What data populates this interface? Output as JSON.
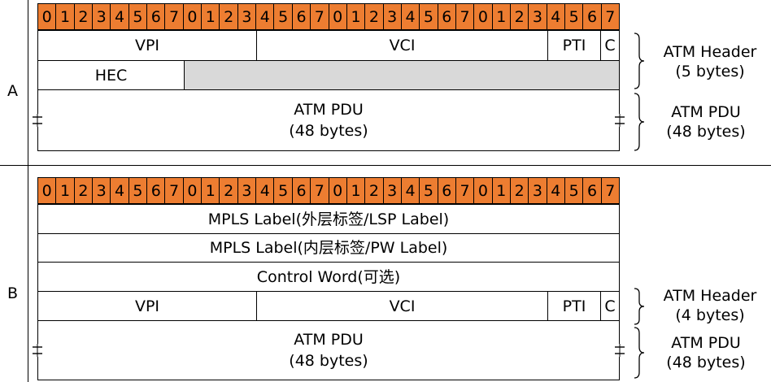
{
  "bits": [
    "0",
    "1",
    "2",
    "3",
    "4",
    "5",
    "6",
    "7",
    "0",
    "1",
    "2",
    "3",
    "4",
    "5",
    "6",
    "7",
    "0",
    "1",
    "2",
    "3",
    "4",
    "5",
    "6",
    "7",
    "0",
    "1",
    "2",
    "3",
    "4",
    "5",
    "6",
    "7"
  ],
  "section_a": {
    "letter": "A",
    "vpi": "VPI",
    "vci": "VCI",
    "pti": "PTI",
    "c": "C",
    "hec": "HEC",
    "pdu": "ATM PDU\n(48 bytes)",
    "header_label": "ATM Header\n(5 bytes)",
    "pdu_label": "ATM PDU\n(48 bytes)"
  },
  "section_b": {
    "letter": "B",
    "outer_label": "MPLS Label(外层标签/LSP Label)",
    "inner_label": "MPLS Label(内层标签/PW Label)",
    "control_word": "Control Word(可选)",
    "vpi": "VPI",
    "vci": "VCI",
    "pti": "PTI",
    "c": "C",
    "pdu": "ATM PDU\n(48 bytes)",
    "header_label": "ATM Header\n(4 bytes)",
    "pdu_label": "ATM PDU\n(48 bytes)"
  },
  "colors": {
    "bit_fill": "#ed7d31",
    "hec_fill": "#d9d9d9"
  }
}
